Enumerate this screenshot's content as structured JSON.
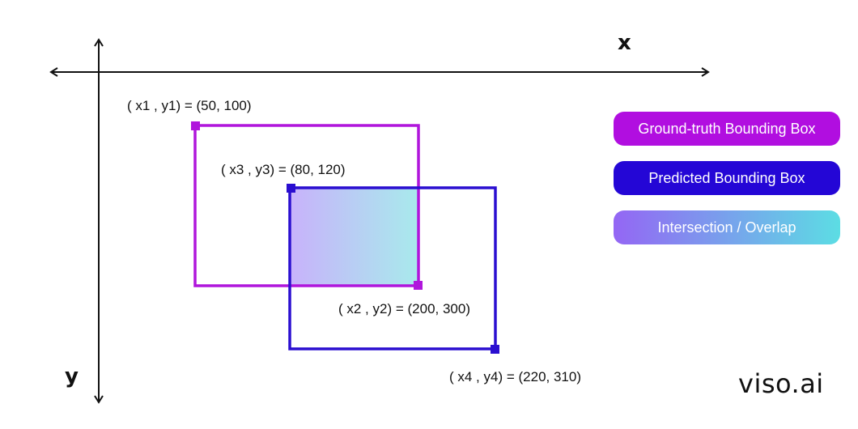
{
  "axes": {
    "x_label": "x",
    "y_label": "y"
  },
  "boxes": {
    "ground_truth": {
      "color": "#b016dc"
    },
    "predicted": {
      "color": "#2a0ed0"
    },
    "intersection": {
      "color_start": "#c8b2fb",
      "color_end": "#a8eaec"
    }
  },
  "annotations": {
    "p1": "( x1 , y1) = (50, 100)",
    "p2": "( x2 , y2) = (200, 300)",
    "p3": "( x3 , y3) = (80, 120)",
    "p4": "( x4 , y4) = (220, 310)"
  },
  "legend": {
    "ground_truth": {
      "label": "Ground-truth Bounding Box",
      "color": "#b10ee0"
    },
    "predicted": {
      "label": "Predicted Bounding Box",
      "color": "#2406d6"
    },
    "intersection": {
      "label": "Intersection / Overlap",
      "color_start": "#9466f4",
      "color_end": "#5cdde4"
    }
  },
  "brand": "viso.ai"
}
